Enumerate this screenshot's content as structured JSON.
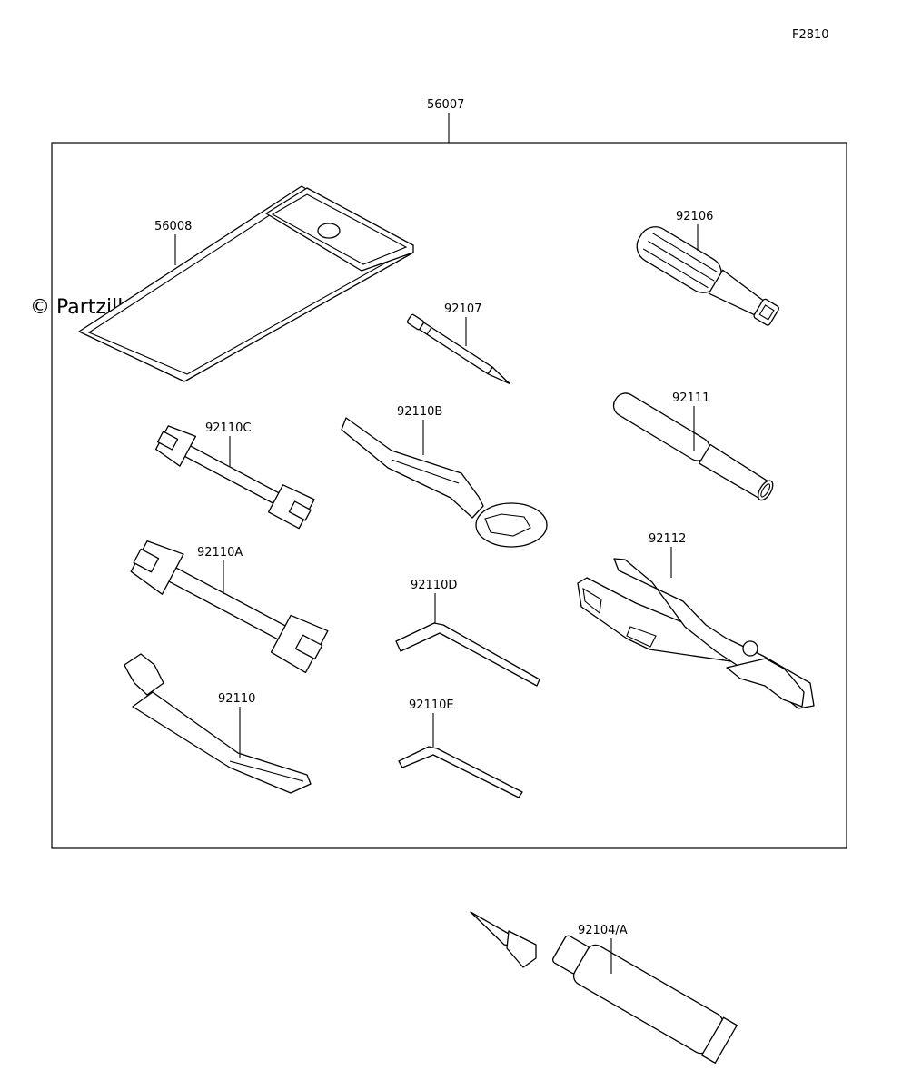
{
  "figure_code": "F2810",
  "watermark": "© Partzilla.com",
  "assembly": {
    "part_number": "56007"
  },
  "parts": [
    {
      "part_number": "56008"
    },
    {
      "part_number": "92106"
    },
    {
      "part_number": "92107"
    },
    {
      "part_number": "92110C"
    },
    {
      "part_number": "92110B"
    },
    {
      "part_number": "92111"
    },
    {
      "part_number": "92110A"
    },
    {
      "part_number": "92110D"
    },
    {
      "part_number": "92112"
    },
    {
      "part_number": "92110"
    },
    {
      "part_number": "92110E"
    },
    {
      "part_number": "92104/A"
    }
  ]
}
